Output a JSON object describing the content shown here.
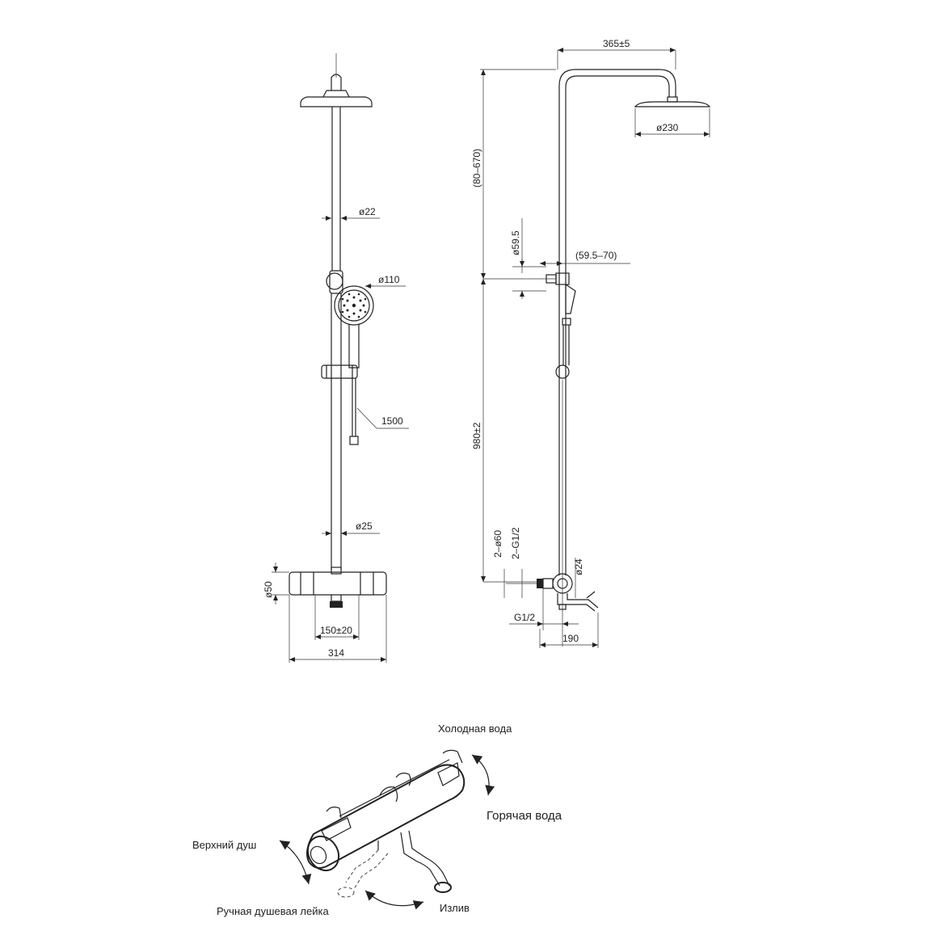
{
  "dimensions": {
    "front": {
      "rod_upper_diameter": "ø22",
      "hand_shower_diameter": "ø110",
      "hose_length": "1500",
      "rod_lower_diameter": "ø25",
      "mixer_diameter": "ø50",
      "inlet_spacing": "150±20",
      "mixer_width": "314"
    },
    "side": {
      "arm_length": "365±5",
      "head_diameter": "ø230",
      "height_adjust": "(80–670)",
      "bracket_diameter": "ø59.5",
      "bracket_offset": "(59.5–70)",
      "mixer_height": "980±2",
      "eccentric_flange": "2–ø60",
      "eccentric_thread": "2–G1/2",
      "spout_diameter": "ø24",
      "thread": "G1/2",
      "spout_reach": "190"
    }
  },
  "controls": {
    "cold_water": "Холодная вода",
    "hot_water": "Горячая вода",
    "top_shower": "Верхний душ",
    "hand_shower": "Ручная душевая лейка",
    "spout": "Излив"
  }
}
